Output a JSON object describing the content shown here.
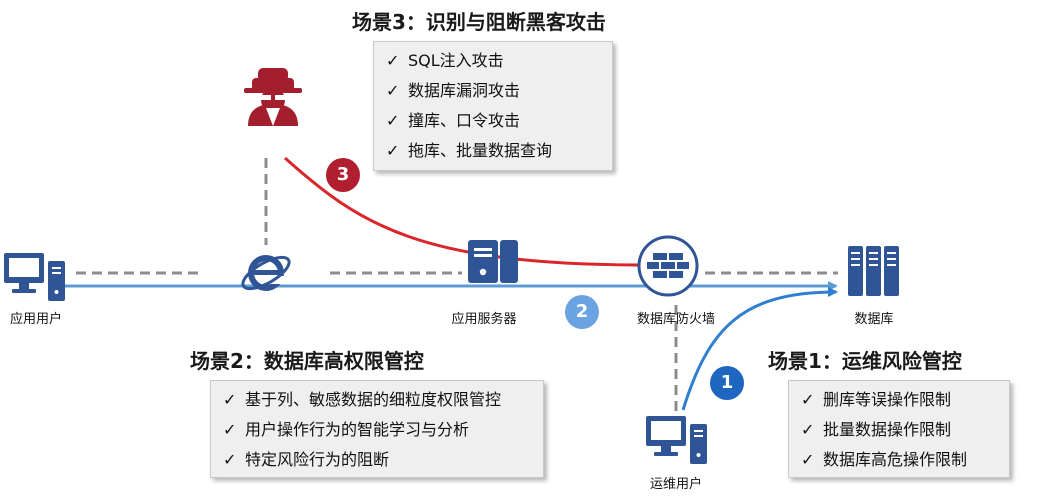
{
  "scenario3": {
    "title": "场景3：识别与阻断黑客攻击",
    "items": [
      "SQL注入攻击",
      "数据库漏洞攻击",
      "撞库、口令攻击",
      "拖库、批量数据查询"
    ]
  },
  "scenario2": {
    "title": "场景2：数据库高权限管控",
    "items": [
      "基于列、敏感数据的细粒度权限管控",
      "用户操作行为的智能学习与分析",
      "特定风险行为的阻断"
    ]
  },
  "scenario1": {
    "title": "场景1：运维风险管控",
    "items": [
      "删库等误操作限制",
      "批量数据操作限制",
      "数据库高危操作限制"
    ]
  },
  "nodes": {
    "app_user": "应用用户",
    "app_server": "应用服务器",
    "db_firewall": "数据库防火墙",
    "database": "数据库",
    "ops_user": "运维用户"
  },
  "badges": {
    "b3": "3",
    "b2": "2",
    "b1": "1"
  },
  "check_mark": "✓",
  "colors": {
    "blue_line": "#5b9bd5",
    "red_line": "#d9262a",
    "dashed": "#8c8c8c",
    "icon_blue": "#2f5597",
    "hacker_red": "#a31f2e",
    "badge_blue": "#1f66c1",
    "badge_light_blue": "#6aa2e2",
    "badge_red": "#b01e2f"
  }
}
